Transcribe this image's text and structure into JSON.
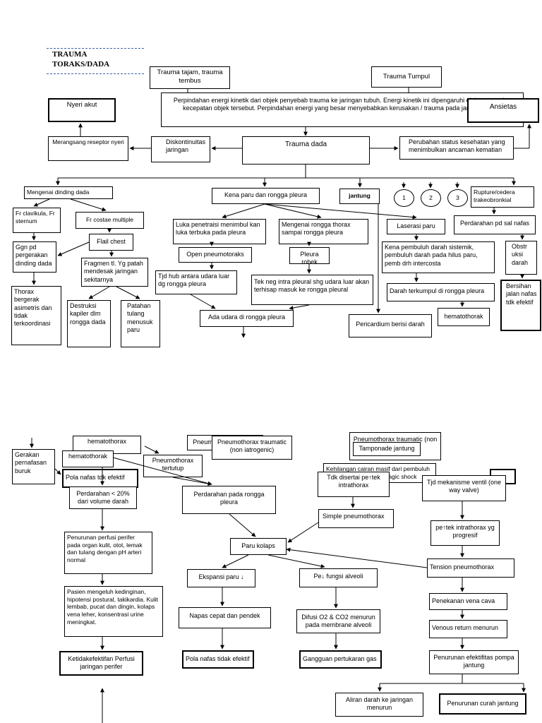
{
  "title_lines": [
    "TRAUMA",
    "TORAKS/DADA"
  ],
  "nodes": {
    "trauma_tajam": "Trauma tajam, trauma tembus",
    "trauma_tumpul": "Trauma Tumpul",
    "perpindahan": "Perpindahan energi kinetik dari objek penyebab trauma ke jaringan tubuh. Energi kinetik ini dipengaruhi oleh massa dan kecepatan objek tersebut. Perpindahan energi yang besar menyebabkan kerusakan / trauma pada jaringan tubuh",
    "nyeri_akut": "Nyeri akut",
    "ansietas": "Ansietas",
    "merangsang": "Merangsang reseptor nyeri",
    "diskontinuitas": "Diskontinuitas jaringan",
    "trauma_dada": "Trauma dada",
    "perubahan_status": "Perubahan status kesehatan yang menimbulkan ancaman kematian",
    "dinding_dada": "Mengenai dinding dada",
    "kena_paru": "Kena paru dan rongga pleura",
    "jantung": "jantung",
    "c1": "1",
    "c2": "2",
    "c3": "3",
    "rupture": "Rupture/cedera trakeobronkial",
    "fr_clavikula": "Fr clavikula, Fr sternum",
    "fr_costae": "Fr costae multiple",
    "luka_penetrasi": "Luka penetraisi menimbul kan luka terbuka  pada pleura",
    "mengenai_rongga": "Mengenai rongga thorax sampai rongga pleura",
    "laserasi": "Laserasi paru",
    "perdarahan_sal": "Perdarahan pd sal nafas",
    "flail": "Flail chest",
    "ggn_pd": "Ggn pd pergerakan dinding dada",
    "fragmen": "Fragmen tl. Yg patah mendesak jaringan sekitarnya",
    "open_pneumo": "Open pneumotoraks",
    "pleura_robek": "Pleura robek",
    "kena_pembuluh": "Kena pembuluh darah sistemik, pembuluh darah pada hilus paru, pemb drh intercosta",
    "obstruksi": "Obstr uksi darah",
    "tjd_hub": "Tjd hub antara udara luar dg rongga  pleura",
    "tek_neg": "Tek neg intra pleural shg udara luar akan terhisap masuk ke rongga pleural",
    "darah_terkumpul": "Darah terkumpul di rongga pleura",
    "thorax_bergerak": "Thorax bergerak asimetris dan tidak terkoordinasi",
    "destruksi": "Destruksi kapiler dlm rongga dada",
    "patahan": "Patahan tulang menusuk paru",
    "hematothorak_top": "hematothorak",
    "bersihan": "Bersihan jalan nafas tdk efektif",
    "ada_udara": "Ada udara di rongga pleura",
    "pericardium": "Pericardium berisi darah",
    "gerakan": "Gerakan pernafasan buruk",
    "hematothorax_a": "hematothorax",
    "hematothorak_b": "hematothorak",
    "pneumothorax_tertutup": "Pneumothorax tertutup",
    "pneumo_traumatic_mid": "Pneumothorax traumatic (non iatrogenic)",
    "pneumo_traumatic_overlap": "Pneumothorax tertutup",
    "pneumo_traumatic_right": "Pneumothorax traumatic (non iatrogenic)",
    "tamponade": "Tamponade jantung",
    "kehilangan": "Kehilangan cairan masif dari pembuluh darah jantung, hemorrhagic shock",
    "pola_nafas_top": "Pola nafas tdk efektif",
    "tdk_disertai": "Tdk disertai pe↑tek intrathorax",
    "tjd_mekanisme": "Tjd mekanisme ventil (one way valve)",
    "perdarahan_20": "Perdarahan < 20% dari volume darah",
    "perdarahan_pleura": "Perdarahan pada rongga pleura",
    "simple_pneumo": "Simple pneumothorax",
    "pe_tek": "pe↑tek intrathorax yg progresif",
    "penurunan_perfusi": "Penurunan perfusi perifer pada organ kulit, otot, lemak dan tulang dengan pH arteri normal",
    "paru_kolaps": "Paru kolaps",
    "tension": "Tension pneumothorax",
    "ekspansi": "Ekspansi paru ↓",
    "pe_fungsi": "Pe↓  fungsi alveoli",
    "pasien": "Pasien mengeluh kedinginan, hipotensi postural, takikardia. Kulit lembab, pucat dan dingin, kolaps vena leher, konsentrasi urine meningkat.",
    "penekanan": "Penekanan vena cava",
    "napas_cepat": "Napas cepat dan pendek",
    "difusi": "Difusi O2 & CO2 menurun pada membrane alveoli",
    "venous": "Venous return menurun",
    "ketidakefektifan": "Ketidakefektifan Perfusi jaringan perifer",
    "pola_nafas_bottom": "Pola nafas tidak efektif",
    "gangguan": "Gangguan pertukaran gas",
    "penurunan_pompa": "Penurunan efektifitas pompa jantung",
    "aliran": "Aliran darah ke jaringan menurun",
    "curah": "Penurunan curah jantung"
  }
}
